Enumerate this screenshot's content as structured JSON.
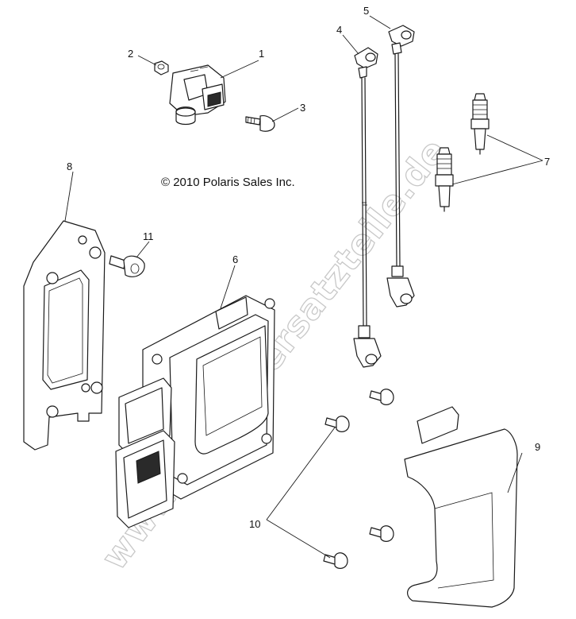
{
  "copyright": "© 2010 Polaris Sales Inc.",
  "watermark": "www.polarisersatzteile.de",
  "callouts": {
    "c1": "1",
    "c2": "2",
    "c3": "3",
    "c4": "4",
    "c5": "5",
    "c6": "6",
    "c7": "7",
    "c8": "8",
    "c9": "9",
    "c10": "10",
    "c11": "11"
  }
}
